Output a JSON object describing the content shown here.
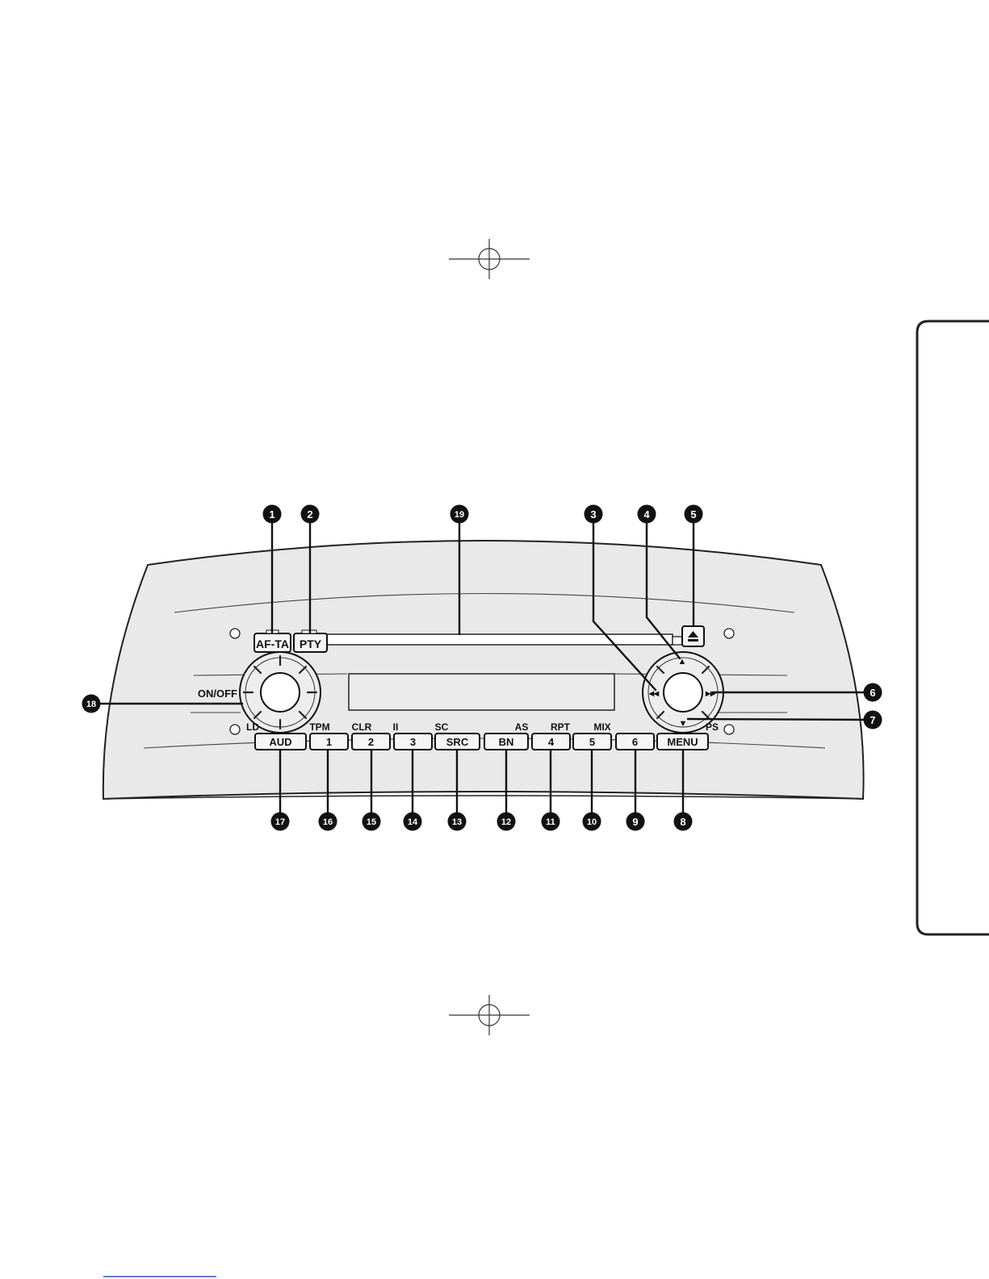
{
  "diagram": {
    "top_buttons": [
      {
        "id": "af-ta",
        "label": "AF-TA"
      },
      {
        "id": "pty",
        "label": "PTY"
      },
      {
        "id": "eject",
        "icon": "eject-icon"
      }
    ],
    "knob_label": "ON/OFF",
    "bottom_buttons": [
      {
        "id": "aud",
        "label": "AUD",
        "above": "LD"
      },
      {
        "id": "p1",
        "label": "1",
        "above": "TPM"
      },
      {
        "id": "p2",
        "label": "2",
        "above": "CLR"
      },
      {
        "id": "p3",
        "label": "3",
        "above": "II"
      },
      {
        "id": "src",
        "label": "SRC",
        "above": "SC"
      },
      {
        "id": "bn",
        "label": "BN",
        "above": "AS"
      },
      {
        "id": "p4",
        "label": "4",
        "above": "RPT"
      },
      {
        "id": "p5",
        "label": "5",
        "above": "MIX"
      },
      {
        "id": "p6",
        "label": "6",
        "above": ""
      },
      {
        "id": "menu",
        "label": "MENU",
        "above": "PS"
      }
    ],
    "nav_arrows": {
      "up": "▲",
      "down": "▼",
      "left": "◂◂",
      "right": "▸▸"
    },
    "callouts": [
      "1",
      "2",
      "3",
      "4",
      "5",
      "6",
      "7",
      "8",
      "9",
      "10",
      "11",
      "12",
      "13",
      "14",
      "15",
      "16",
      "17",
      "18",
      "19"
    ],
    "side_tab_color": "#ffffff",
    "panel_color": "#e9e9e9"
  }
}
